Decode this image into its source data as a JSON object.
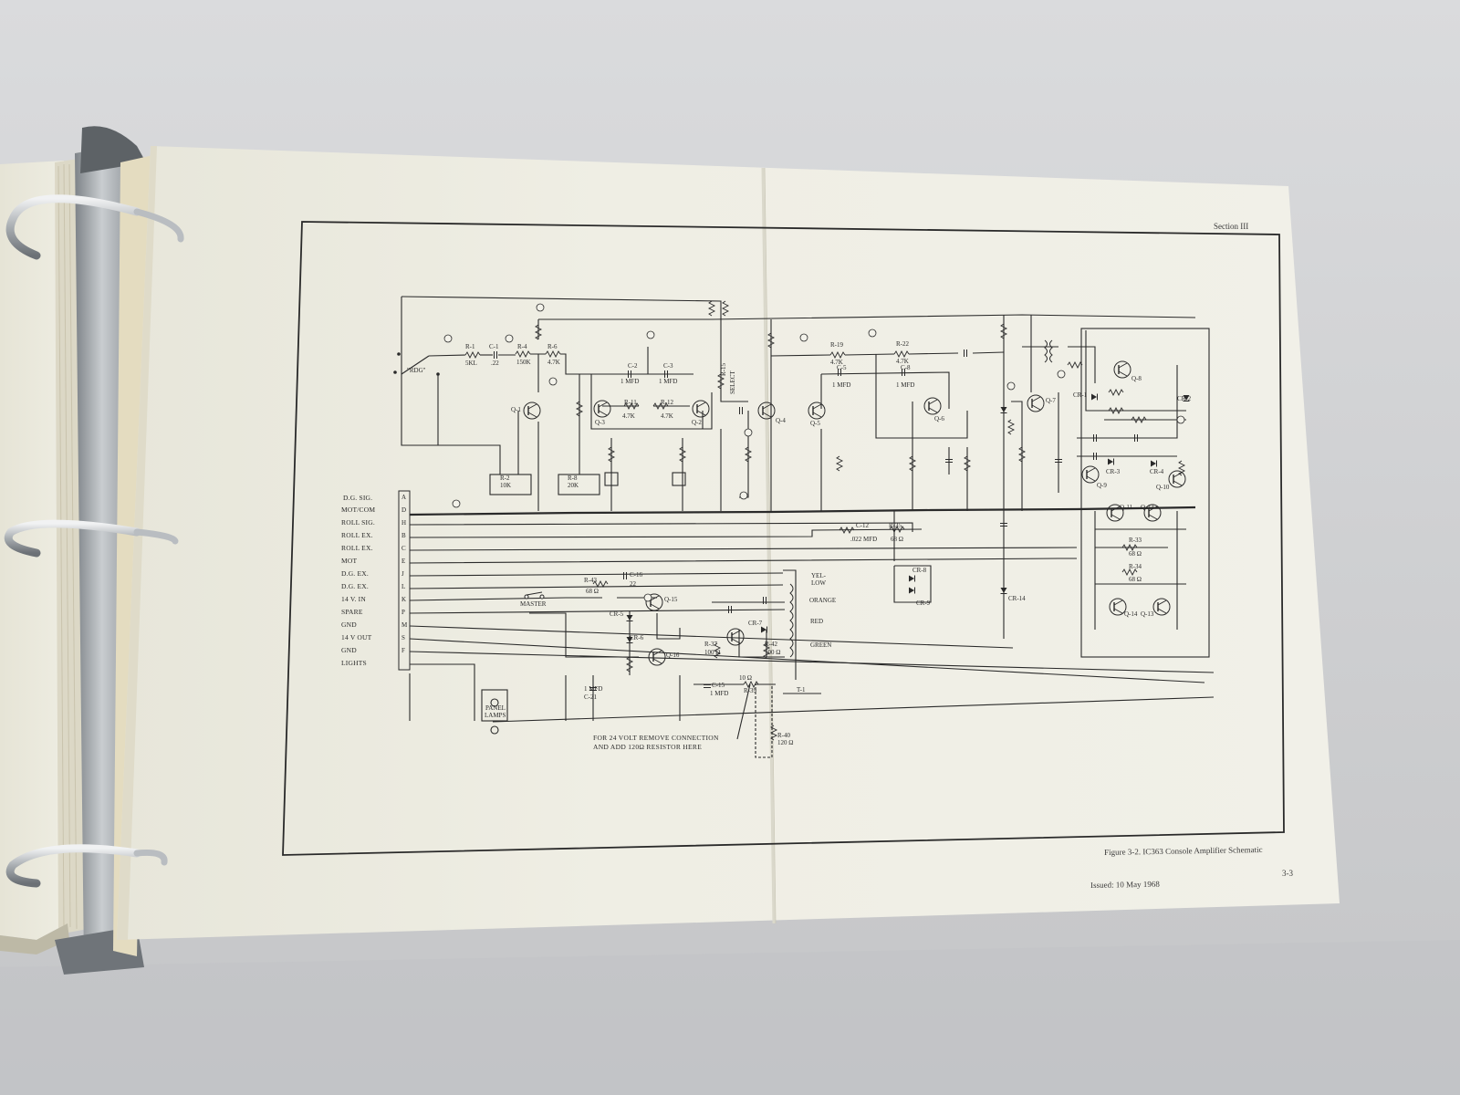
{
  "page": {
    "section_header": "Section III",
    "figure_caption": "Figure 3-2.  IC363 Console Amplifier Schematic",
    "issued": "Issued: 10 May 1968",
    "page_number": "3-3",
    "note_text": [
      "FOR 24 VOLT REMOVE CONNECTION",
      "AND ADD 120Ω RESISTOR HERE"
    ],
    "switch_label": "\"RDG\"",
    "master_label": "MASTER",
    "lamps_label": [
      "PANEL",
      "LAMPS"
    ],
    "transformer_labels": [
      "YEL-",
      "LOW",
      "ORANGE",
      "RED",
      "GREEN",
      "T-1"
    ]
  },
  "connector": {
    "signals": [
      "D.G. SIG.",
      "MOT/COM",
      "ROLL SIG.",
      "ROLL EX.",
      "ROLL EX.",
      "MOT",
      "D.G. EX.",
      "D.G. EX.",
      "14 V. IN",
      "SPARE",
      "GND",
      "14 V OUT",
      "GND",
      "LIGHTS"
    ],
    "pins": [
      "A",
      "D",
      "H",
      "B",
      "C",
      "E",
      "J",
      "L",
      "K",
      "P",
      "M",
      "S",
      "F"
    ]
  },
  "components": [
    {
      "ref": "R-1",
      "value": "5KL"
    },
    {
      "ref": "C-1",
      "value": ".22"
    },
    {
      "ref": "R-4",
      "value": "150K"
    },
    {
      "ref": "R-6",
      "value": "4.7K"
    },
    {
      "ref": "R-2",
      "value": "10K"
    },
    {
      "ref": "R-8",
      "value": "20K"
    },
    {
      "ref": "C-2",
      "value": "1 MFD"
    },
    {
      "ref": "C-3",
      "value": "1 MFD"
    },
    {
      "ref": "R-11",
      "value": "4.7K"
    },
    {
      "ref": "R-12",
      "value": "4.7K"
    },
    {
      "ref": "R-15",
      "value": "SELECT"
    },
    {
      "ref": "R-19",
      "value": "4.7K"
    },
    {
      "ref": "R-22",
      "value": "4.7K"
    },
    {
      "ref": "C-5",
      "value": "1 MFD"
    },
    {
      "ref": "C-8",
      "value": "1 MFD"
    },
    {
      "ref": "C-12",
      "value": ".022 MFD"
    },
    {
      "ref": "R-35",
      "value": "68 Ω"
    },
    {
      "ref": "R-43",
      "value": "68 Ω"
    },
    {
      "ref": "C-16",
      "value": "22"
    },
    {
      "ref": "C-21",
      "value": "1 MFD"
    },
    {
      "ref": "C-15",
      "value": "1 MFD"
    },
    {
      "ref": "R-37",
      "value": "100 Ω"
    },
    {
      "ref": "R-42",
      "value": "100 Ω"
    },
    {
      "ref": "R-39",
      "value": "10 Ω"
    },
    {
      "ref": "R-40",
      "value": "120 Ω"
    },
    {
      "ref": "R-33",
      "value": "68 Ω"
    },
    {
      "ref": "R-34",
      "value": "68 Ω"
    }
  ],
  "semiconductors": [
    "Q-1",
    "Q-2",
    "Q-3",
    "Q-4",
    "Q-5",
    "Q-6",
    "Q-7",
    "Q-8",
    "Q-9",
    "Q-10",
    "Q-11",
    "Q-12",
    "Q-13",
    "Q-14",
    "Q-15",
    "Q-16",
    "CR-1",
    "CR-2",
    "CR-3",
    "CR-4",
    "CR-5",
    "CR-6",
    "CR-7",
    "CR-8",
    "CR-9",
    "CR-14"
  ],
  "colors": {
    "background": "#cfcfd1",
    "paper": "#ecebdf",
    "ink": "#2a2a2a",
    "binder_metal": "#9aa0a6"
  }
}
